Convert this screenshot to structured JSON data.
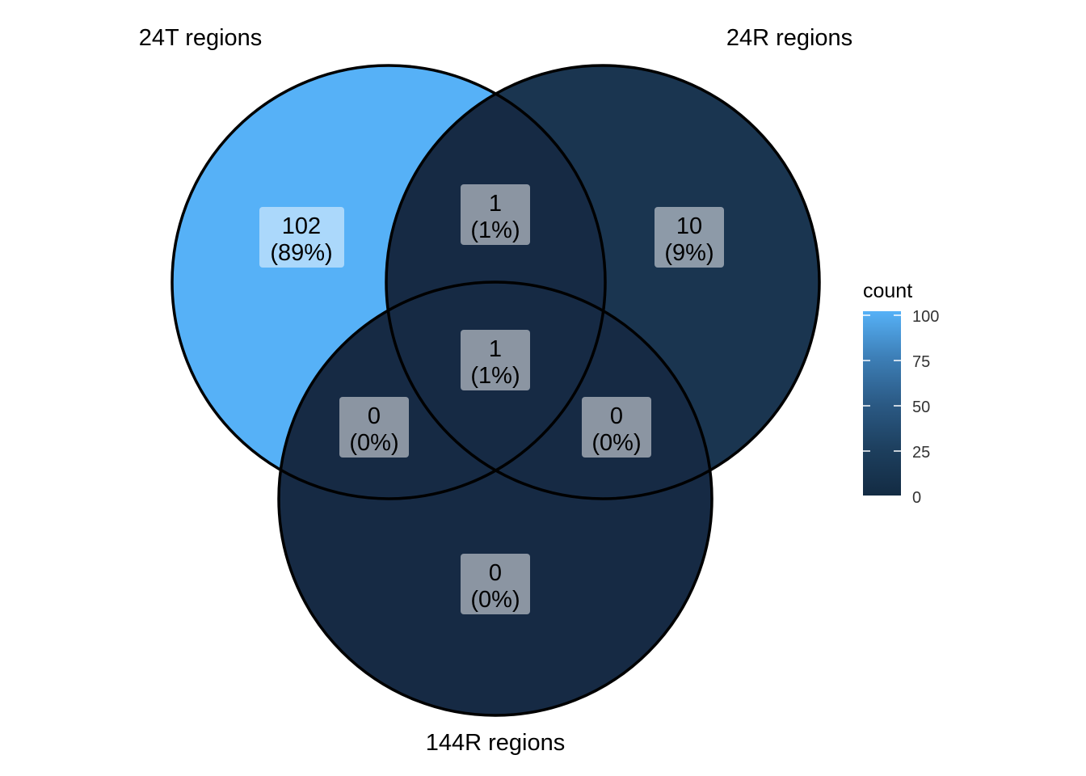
{
  "sets": [
    {
      "label": "24T regions"
    },
    {
      "label": "24R regions"
    },
    {
      "label": "144R regions"
    }
  ],
  "regions": [
    {
      "id": "A_only",
      "sets": [
        "24T regions"
      ],
      "count": "102",
      "percent": "(89%)"
    },
    {
      "id": "AB",
      "sets": [
        "24T regions",
        "24R regions"
      ],
      "count": "1",
      "percent": "(1%)"
    },
    {
      "id": "B_only",
      "sets": [
        "24R regions"
      ],
      "count": "10",
      "percent": "(9%)"
    },
    {
      "id": "ABC",
      "sets": [
        "24T regions",
        "24R regions",
        "144R regions"
      ],
      "count": "1",
      "percent": "(1%)"
    },
    {
      "id": "AC",
      "sets": [
        "24T regions",
        "144R regions"
      ],
      "count": "0",
      "percent": "(0%)"
    },
    {
      "id": "BC",
      "sets": [
        "24R regions",
        "144R regions"
      ],
      "count": "0",
      "percent": "(0%)"
    },
    {
      "id": "C_only",
      "sets": [
        "144R regions"
      ],
      "count": "0",
      "percent": "(0%)"
    }
  ],
  "legend": {
    "title": "count",
    "ticks": [
      "100",
      "75",
      "50",
      "25",
      "0"
    ],
    "low_color": "#132B43",
    "high_color": "#56B1F7"
  },
  "colors": {
    "high": "#56B1F7",
    "mid_B": "#1A3550",
    "low": "#162A44",
    "outline": "#000000"
  }
}
